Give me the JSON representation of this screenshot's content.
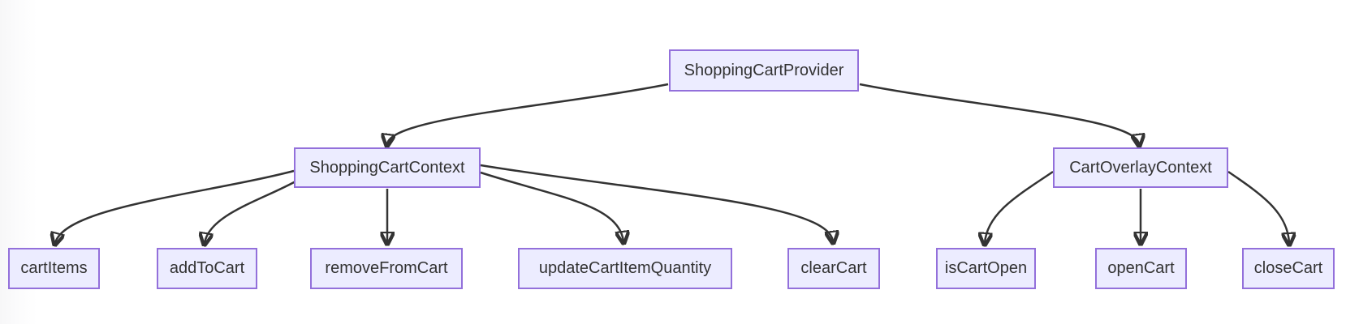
{
  "diagram": {
    "type": "flowchart",
    "direction": "top-down",
    "colors": {
      "node_fill": "#ECECFF",
      "node_border": "#9370DB",
      "edge_stroke": "#333333",
      "text": "#333333",
      "background": "#ffffff"
    },
    "nodes": [
      {
        "id": "shoppingCartProvider",
        "label": "ShoppingCartProvider"
      },
      {
        "id": "shoppingCartContext",
        "label": "ShoppingCartContext"
      },
      {
        "id": "cartOverlayContext",
        "label": "CartOverlayContext"
      },
      {
        "id": "cartItems",
        "label": "cartItems"
      },
      {
        "id": "addToCart",
        "label": "addToCart"
      },
      {
        "id": "removeFromCart",
        "label": "removeFromCart"
      },
      {
        "id": "updateCartItemQuantity",
        "label": "updateCartItemQuantity"
      },
      {
        "id": "clearCart",
        "label": "clearCart"
      },
      {
        "id": "isCartOpen",
        "label": "isCartOpen"
      },
      {
        "id": "openCart",
        "label": "openCart"
      },
      {
        "id": "closeCart",
        "label": "closeCart"
      }
    ],
    "edges": [
      {
        "from": "ShoppingCartProvider",
        "to": "ShoppingCartContext"
      },
      {
        "from": "ShoppingCartProvider",
        "to": "CartOverlayContext"
      },
      {
        "from": "ShoppingCartContext",
        "to": "cartItems"
      },
      {
        "from": "ShoppingCartContext",
        "to": "addToCart"
      },
      {
        "from": "ShoppingCartContext",
        "to": "removeFromCart"
      },
      {
        "from": "ShoppingCartContext",
        "to": "updateCartItemQuantity"
      },
      {
        "from": "ShoppingCartContext",
        "to": "clearCart"
      },
      {
        "from": "CartOverlayContext",
        "to": "isCartOpen"
      },
      {
        "from": "CartOverlayContext",
        "to": "openCart"
      },
      {
        "from": "CartOverlayContext",
        "to": "closeCart"
      }
    ]
  }
}
